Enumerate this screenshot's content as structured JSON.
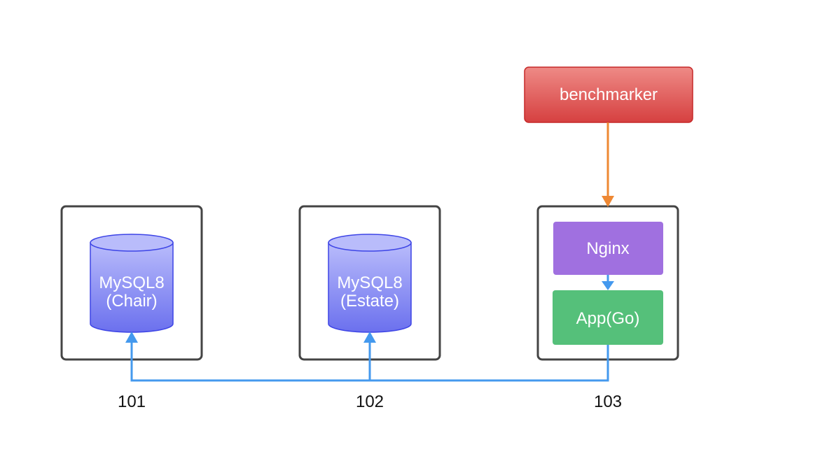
{
  "benchmarker": {
    "label": "benchmarker"
  },
  "servers": [
    {
      "id": "server-101",
      "label": "101",
      "db_line1": "MySQL8",
      "db_line2": "(Chair)"
    },
    {
      "id": "server-102",
      "label": "102",
      "db_line1": "MySQL8",
      "db_line2": "(Estate)"
    },
    {
      "id": "server-103",
      "label": "103",
      "nginx": "Nginx",
      "app": "App(Go)"
    }
  ],
  "colors": {
    "server_border": "#444444",
    "benchmarker_top": "#ee8a86",
    "benchmarker_bottom": "#d64040",
    "benchmarker_border": "#c62828",
    "db_top": "#b9bcfb",
    "db_bottom": "#6b70ee",
    "db_border": "#3d44e6",
    "nginx": "#a070e0",
    "app": "#55c07a",
    "arrow_orange": "#ee8833",
    "arrow_blue": "#4499ee",
    "node_text": "#ffffff",
    "label_text": "#111111"
  }
}
